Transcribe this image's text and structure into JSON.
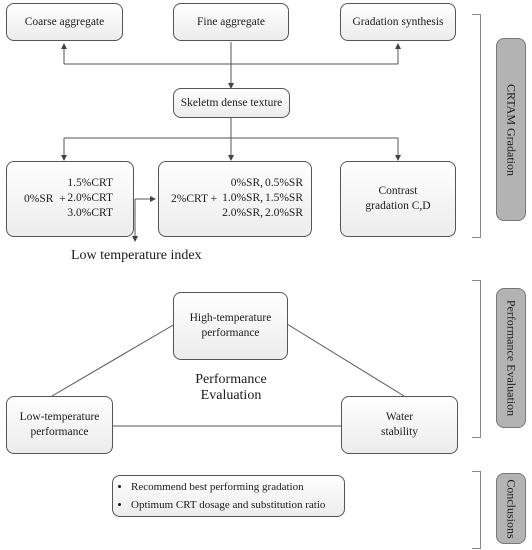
{
  "gradation": {
    "coarse": "Coarse aggregate",
    "fine": "Fine aggregate",
    "synthesis": "Gradation synthesis",
    "skeleton": "Skeletm dense texture",
    "combo1": {
      "prefix": "0%SR  +",
      "items": [
        "1.5%CRT",
        "2.0%CRT",
        "3.0%CRT"
      ]
    },
    "combo2": {
      "prefix": "2%CRT +",
      "col1": [
        "0%SR,",
        "1.0%SR,",
        "2.0%SR,"
      ],
      "col2": [
        "0.5%SR",
        "1.5%SR",
        "2.0%SR"
      ]
    },
    "contrast": [
      "Contrast",
      "gradation C,D"
    ],
    "low_temp_index": "Low temperature index",
    "side_label": "CRTAM Gradation"
  },
  "performance": {
    "high": [
      "High-temperature",
      "performance"
    ],
    "center": [
      "Performance",
      "Evaluation"
    ],
    "low": [
      "Low-temperature",
      "performance"
    ],
    "water": [
      "Water",
      "stability"
    ],
    "side_label": "Performance Evaluation"
  },
  "conclusions": {
    "items": [
      "Recommend best performing gradation",
      "Optimum CRT dosage and substitution ratio"
    ],
    "side_label": "Conclusions"
  }
}
